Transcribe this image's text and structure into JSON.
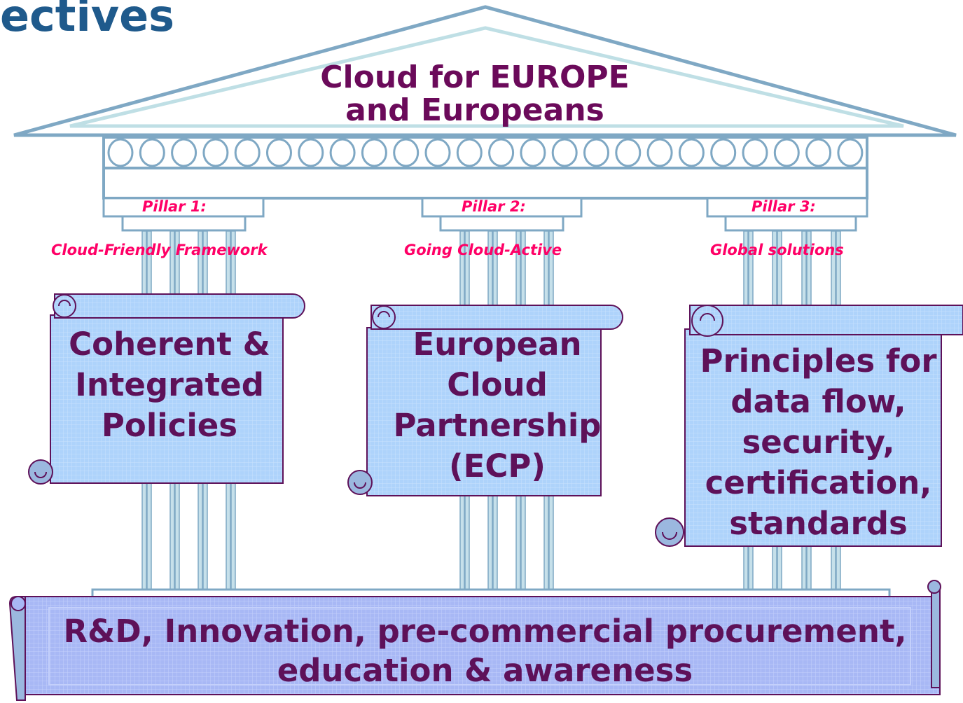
{
  "page": {
    "title": "ectives"
  },
  "roof": {
    "line1": "Cloud for EUROPE",
    "line2": "and Europeans"
  },
  "pillars": [
    {
      "label": "Pillar 1:",
      "subtitle": "Cloud-Friendly Framework",
      "scroll": "Coherent & Integrated Policies"
    },
    {
      "label": "Pillar 2:",
      "subtitle": "Going Cloud-Active",
      "scroll": "European Cloud Partnership (ECP)"
    },
    {
      "label": "Pillar 3:",
      "subtitle": "Global solutions",
      "scroll": "Principles for data flow, security, certification, standards"
    }
  ],
  "foundation": {
    "line1": "R&D, Innovation, pre-commercial procurement,",
    "line2": "education & awareness"
  },
  "colors": {
    "roof_stroke": "#7fa8c4",
    "scroll_fill": "#aed3fb",
    "scroll_stroke": "#5e1159",
    "foundation_fill": "#a8b8f5",
    "title_text": "#5e1159",
    "pillar_label": "#ff0066"
  }
}
